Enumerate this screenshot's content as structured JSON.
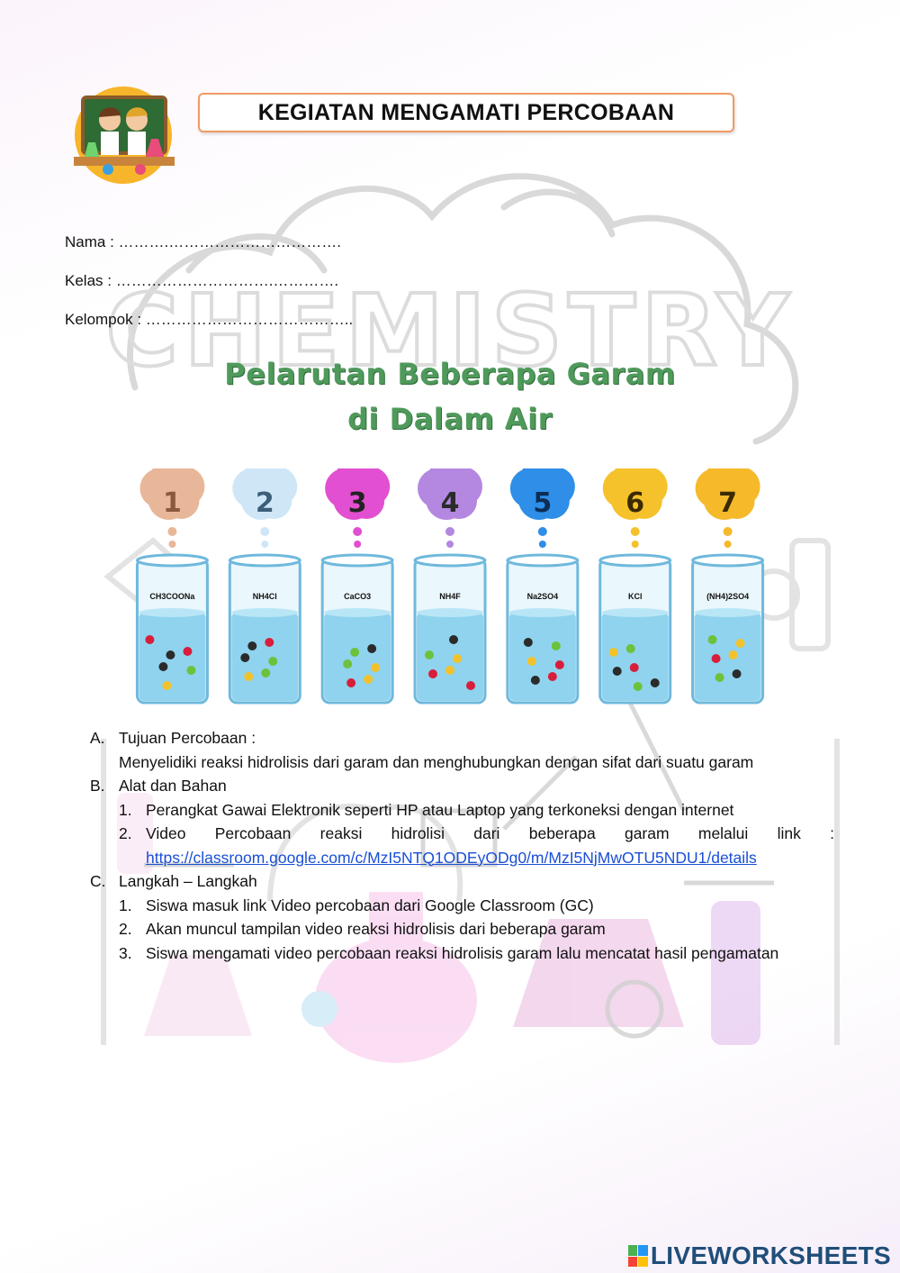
{
  "title": "KEGIATAN  MENGAMATI PERCOBAAN",
  "fields": {
    "nama": "Nama  : ……….…………………………….",
    "kelas": "Kelas  : ………………………….………….",
    "kelompok": "Kelompok : ………………………………….."
  },
  "background_word": "CHEMISTRY",
  "heading": {
    "line1": "Pelarutan Beberapa Garam",
    "line2": "di Dalam Air"
  },
  "beakers": [
    {
      "number": "1",
      "label": "CH3COONa",
      "cloud_color": "#e8b79a",
      "number_color": "#8a5a3c"
    },
    {
      "number": "2",
      "label": "NH4Cl",
      "cloud_color": "#cfe6f7",
      "number_color": "#3b5e7a"
    },
    {
      "number": "3",
      "label": "CaCO3",
      "cloud_color": "#e24fd0",
      "number_color": "#222222"
    },
    {
      "number": "4",
      "label": "NH4F",
      "cloud_color": "#b487e0",
      "number_color": "#2b2b2b"
    },
    {
      "number": "5",
      "label": "Na2SO4",
      "cloud_color": "#2e8ee8",
      "number_color": "#0d2d55"
    },
    {
      "number": "6",
      "label": "KCl",
      "cloud_color": "#f5c22c",
      "number_color": "#3a2a00"
    },
    {
      "number": "7",
      "label": "(NH4)2SO4",
      "cloud_color": "#f5b92a",
      "number_color": "#3a2a00"
    }
  ],
  "sections": {
    "a": {
      "label": "A.",
      "title": "Tujuan Percobaan :",
      "text": "Menyelidiki reaksi hidrolisis dari garam dan menghubungkan dengan sifat dari suatu garam"
    },
    "b": {
      "label": "B.",
      "title": "Alat dan Bahan",
      "items": [
        {
          "num": "1.",
          "text": "Perangkat Gawai Elektronik seperti HP atau Laptop yang terkoneksi dengan internet"
        },
        {
          "num": "2.",
          "text": "Video Percobaan reaksi hidrolisi dari beberapa garam melalui link :"
        }
      ],
      "link": "https://classroom.google.com/c/MzI5NTQ1ODEyODg0/m/MzI5NjMwOTU5NDU1/details"
    },
    "c": {
      "label": "C.",
      "title": "Langkah – Langkah",
      "items": [
        {
          "num": "1.",
          "text": "Siswa masuk link Video percobaan dari Google Classroom (GC)"
        },
        {
          "num": "2.",
          "text": "Akan muncul tampilan video reaksi hidrolisis dari beberapa garam"
        },
        {
          "num": "3.",
          "text": "Siswa mengamati video percobaan reaksi hidrolisis garam lalu mencatat hasil pengamatan"
        }
      ]
    }
  },
  "footer": {
    "brand": "LIVEWORKSHEETS",
    "colors": [
      "#4caf50",
      "#2196f3",
      "#f44336",
      "#ffc107"
    ]
  },
  "colors": {
    "title_border": "#f19a63",
    "heading": "#4f9a5b",
    "link": "#1a4fd6",
    "liquid": "#8fd3ee"
  }
}
